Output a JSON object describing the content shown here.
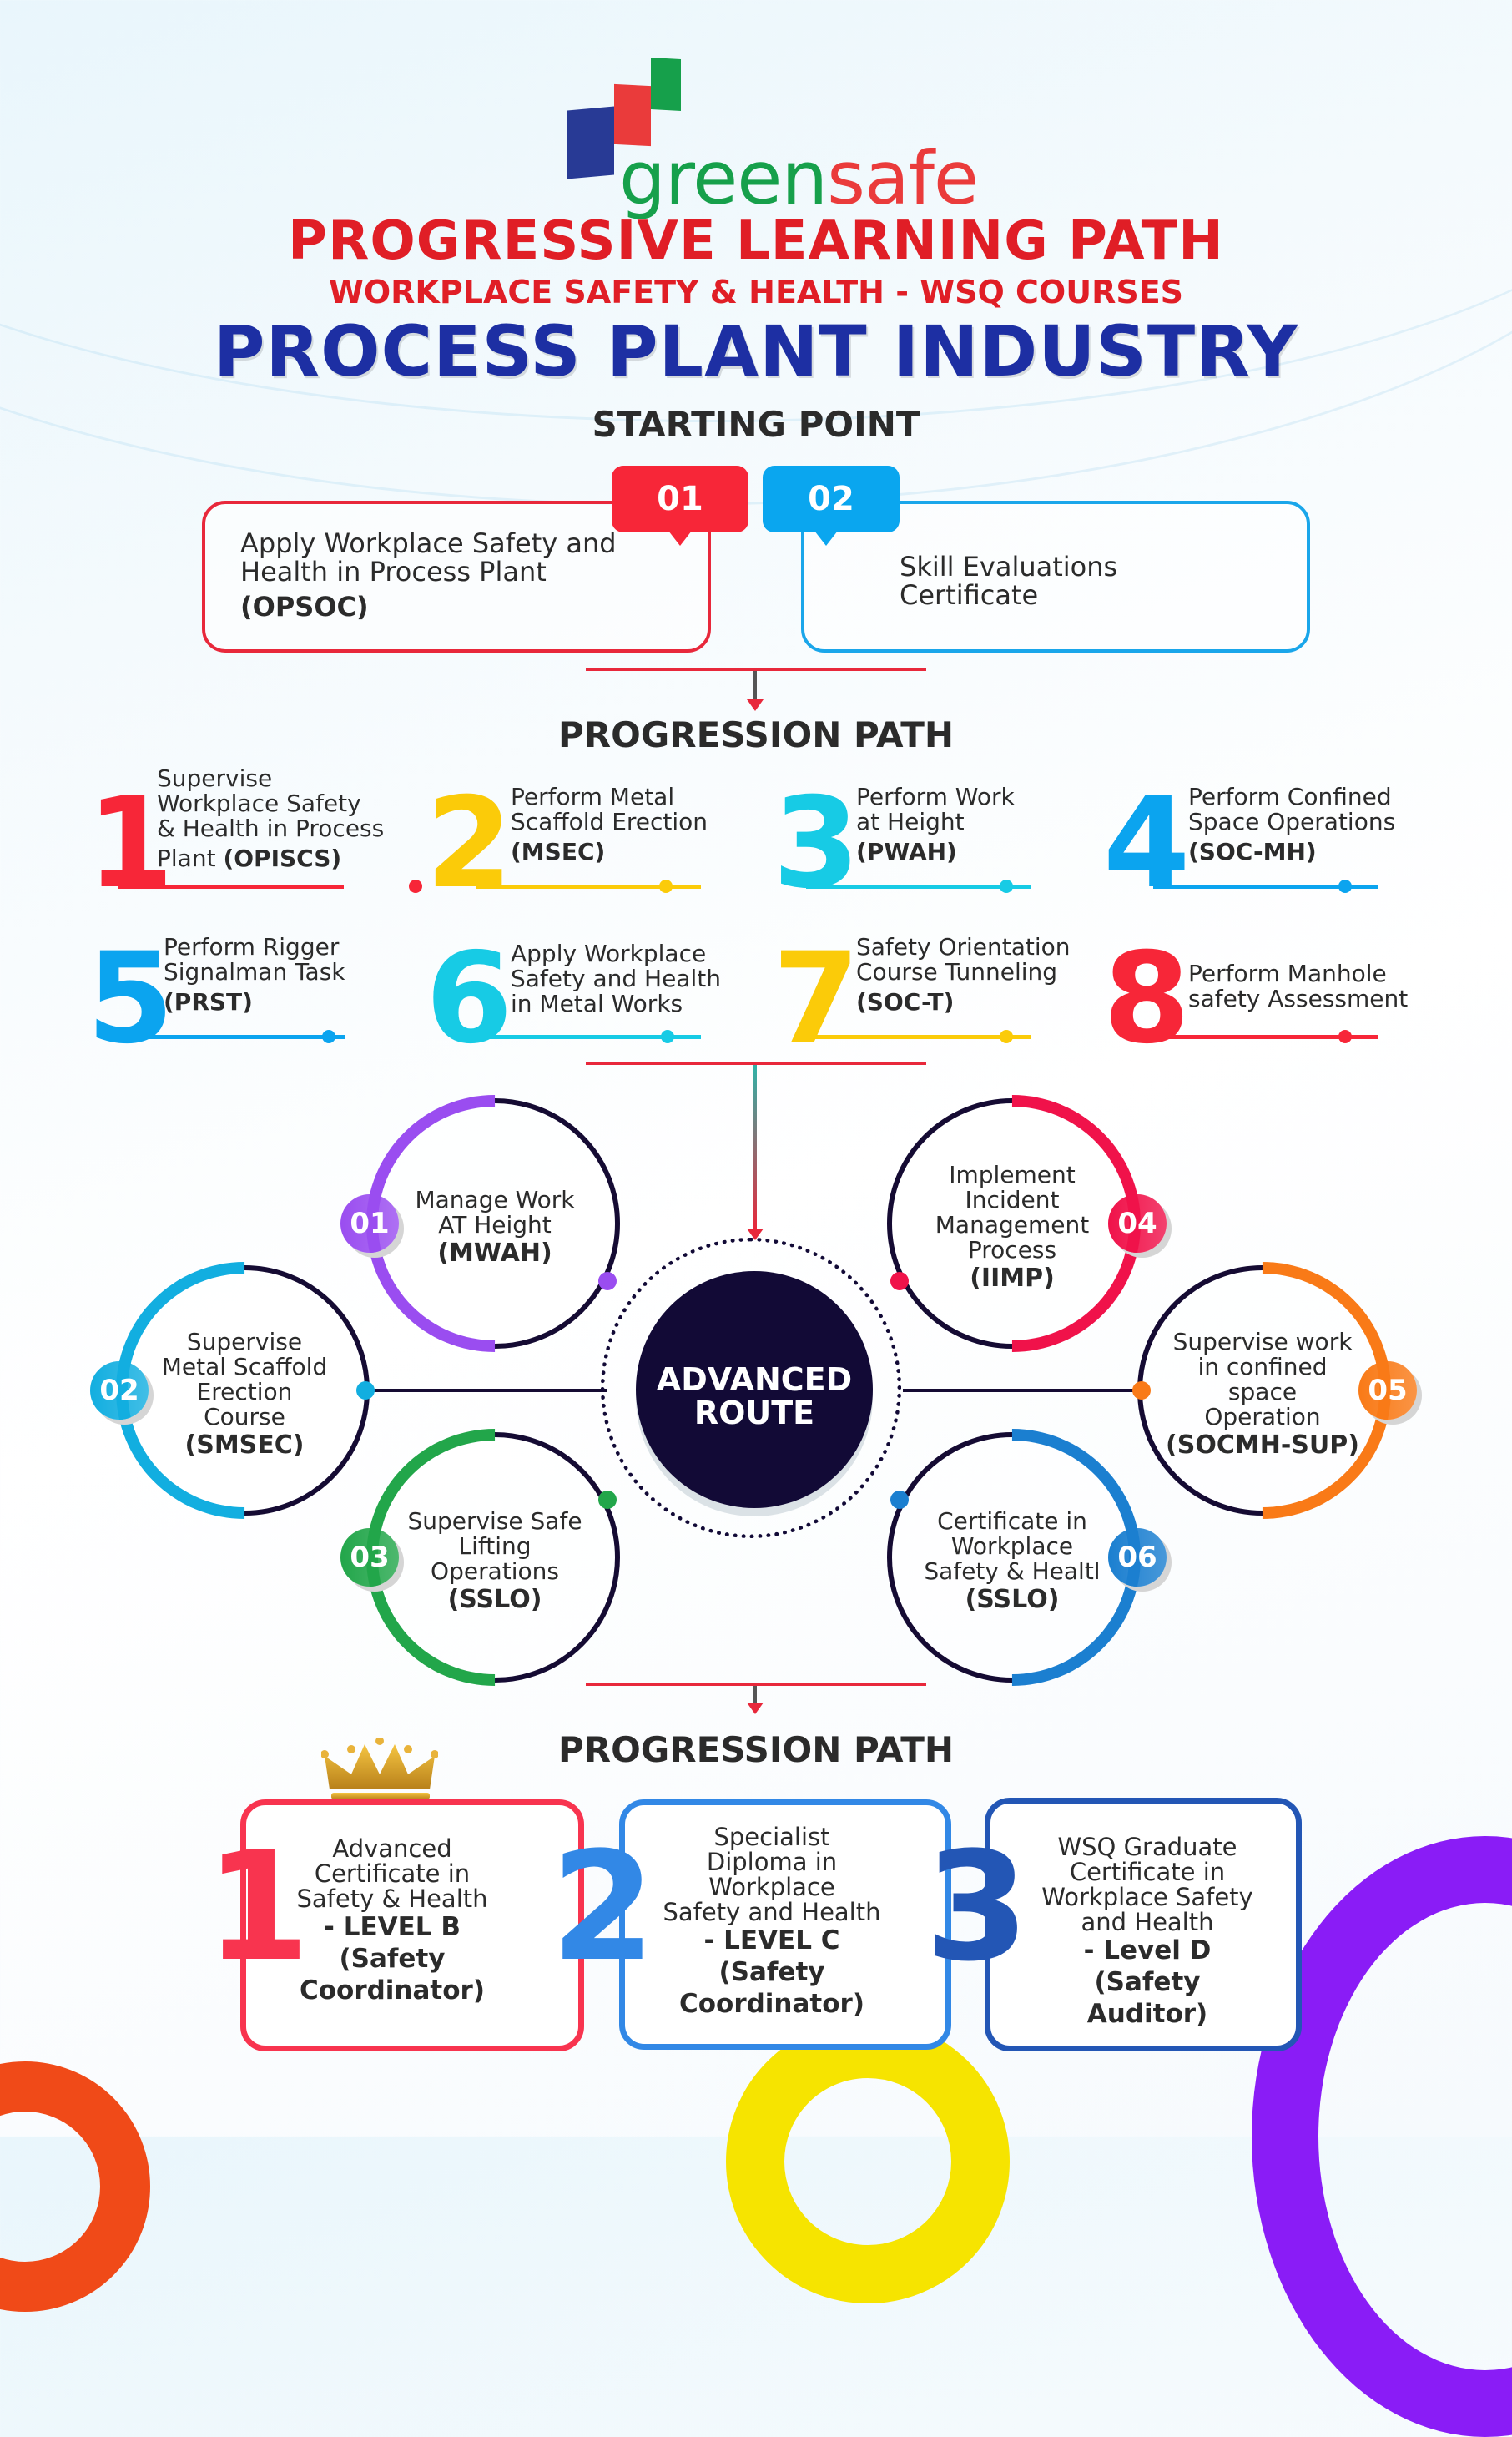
{
  "brand": {
    "name_part1": "green",
    "name_part2": "safe",
    "colors": {
      "blue": "#283a95",
      "red": "#ea3b3b",
      "green": "#16a04b"
    }
  },
  "header": {
    "title": "PROGRESSIVE LEARNING PATH",
    "subtitle": "WORKPLACE SAFETY & HEALTH - WSQ COURSES",
    "industry": "PROCESS PLANT INDUSTRY"
  },
  "starting_point": {
    "title": "STARTING POINT",
    "items": [
      {
        "tag": "01",
        "text": "Apply Workplace Safety and Health in Process Plant",
        "code": "(OPSOC)",
        "color": "#f72638"
      },
      {
        "tag": "02",
        "text": "Skill Evaluations Certificate",
        "code": "",
        "color": "#0aa6ef"
      }
    ]
  },
  "progression_path_1": {
    "title": "PROGRESSION PATH",
    "items": [
      {
        "num": "1",
        "line1": "Supervise",
        "line2": "Workplace Safety",
        "line3": "& Health in Process",
        "line4": "Plant ",
        "code": "(OPISCS)",
        "color": "#f72638"
      },
      {
        "num": "2",
        "line1": "Perform Metal",
        "line2": "Scaffold Erection",
        "code": "(MSEC)",
        "color": "#fbcb09"
      },
      {
        "num": "3",
        "line1": "Perform Work",
        "line2": "at Height",
        "code": "(PWAH)",
        "color": "#17cbe5"
      },
      {
        "num": "4",
        "line1": "Perform Confined",
        "line2": "Space Operations",
        "code": "(SOC-MH)",
        "color": "#0ba4ef"
      },
      {
        "num": "5",
        "line1": "Perform Rigger",
        "line2": "Signalman Task",
        "code": "(PRST)",
        "color": "#0ba4ef"
      },
      {
        "num": "6",
        "line1": "Apply Workplace",
        "line2": "Safety and Health",
        "line3": "in Metal Works",
        "code": "",
        "color": "#17cbe5"
      },
      {
        "num": "7",
        "line1": "Safety Orientation",
        "line2": "Course Tunneling",
        "code": "(SOC-T)",
        "color": "#fbcb09"
      },
      {
        "num": "8",
        "line1": "Perform Manhole",
        "line2": "safety Assessment",
        "code": "",
        "color": "#f72638"
      }
    ]
  },
  "advanced_route": {
    "center_line1": "ADVANCED",
    "center_line2": "ROUTE",
    "items": [
      {
        "badge": "01",
        "lines": [
          "Manage Work",
          "AT Height"
        ],
        "code": "(MWAH)",
        "color": "#9a4df0"
      },
      {
        "badge": "02",
        "lines": [
          "Supervise",
          "Metal Scaffold",
          "Erection",
          "Course"
        ],
        "code": "(SMSEC)",
        "color": "#12aee0"
      },
      {
        "badge": "03",
        "lines": [
          "Supervise Safe",
          "Lifting",
          "Operations"
        ],
        "code": "(SSLO)",
        "color": "#22a64a"
      },
      {
        "badge": "04",
        "lines": [
          "Implement",
          "Incident",
          "Management",
          "Process"
        ],
        "code": "(IIMP)",
        "color": "#f0124a"
      },
      {
        "badge": "05",
        "lines": [
          "Supervise work",
          "in confined",
          "space",
          "Operation"
        ],
        "code": "(SOCMH-SUP)",
        "color": "#f97a17"
      },
      {
        "badge": "06",
        "lines": [
          "Certificate in",
          "Workplace",
          "Safety & Healtl"
        ],
        "code": "(SSLO)",
        "color": "#1b7fd0"
      }
    ]
  },
  "progression_path_2": {
    "title": "PROGRESSION PATH",
    "levels": [
      {
        "num": "1",
        "lines": [
          "Advanced",
          "Certificate in",
          "Safety & Health"
        ],
        "bold": [
          "- LEVEL B",
          "(Safety",
          "Coordinator)"
        ],
        "color": "#f8344f"
      },
      {
        "num": "2",
        "lines": [
          "Specialist",
          "Diploma in",
          "Workplace",
          "Safety and Health"
        ],
        "bold": [
          "- LEVEL C",
          "(Safety",
          "Coordinator)"
        ],
        "color": "#3288e6"
      },
      {
        "num": "3",
        "lines": [
          "WSQ Graduate",
          "Certificate in",
          "Workplace Safety",
          "and Health"
        ],
        "bold": [
          "- Level D",
          "(Safety",
          "Auditor)"
        ],
        "color": "#2356b5"
      }
    ]
  }
}
